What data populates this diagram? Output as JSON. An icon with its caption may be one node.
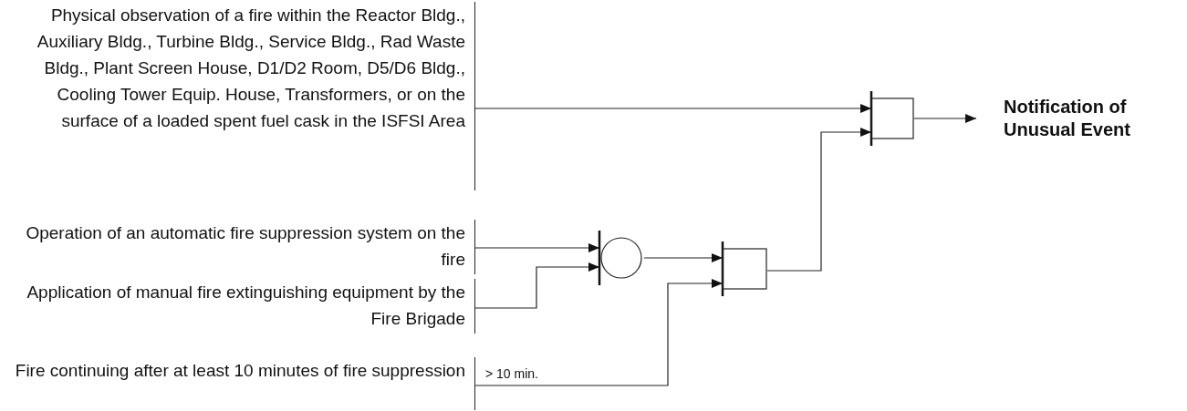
{
  "diagram": {
    "nodes": [
      {
        "text": [
          "Physical observation of a fire within the Reactor Bldg., Auxiliary Bldg., Turbine Bldg., Service Bldg., Rad Waste Bldg., Plant Screen House, D1/D2 Room, D5/D6 Bldg., Cooling Tower Equip. House, Transformers, or on the surface of a loaded spent fuel cask in the ISFSI Area"
        ]
      },
      {
        "text": [
          "Operation of an automatic fire suppression system on the fire"
        ]
      },
      {
        "text": [
          "Application of manual fire extinguishing equipment by the Fire Brigade"
        ]
      },
      {
        "text": [
          "Fire continuing after at least 10 minutes of fire suppression"
        ]
      },
      {
        "text": [],
        "shape": "circle"
      },
      {
        "text": [],
        "shape": "box"
      },
      {
        "text": [],
        "shape": "box"
      },
      {
        "text": [
          "Notification of Unusual Event"
        ]
      }
    ],
    "edges": [
      {
        "from": 0,
        "to": 6,
        "arrow": "to"
      },
      {
        "from": 1,
        "to": 4,
        "arrow": "to"
      },
      {
        "from": 2,
        "to": 4,
        "arrow": "to"
      },
      {
        "from": 4,
        "to": 5,
        "arrow": "to"
      },
      {
        "from": 3,
        "to": 5,
        "arrow": "to",
        "label": "> 10 min."
      },
      {
        "from": 5,
        "to": 6,
        "arrow": "to"
      },
      {
        "from": 6,
        "to": 7,
        "arrow": "to"
      }
    ]
  }
}
